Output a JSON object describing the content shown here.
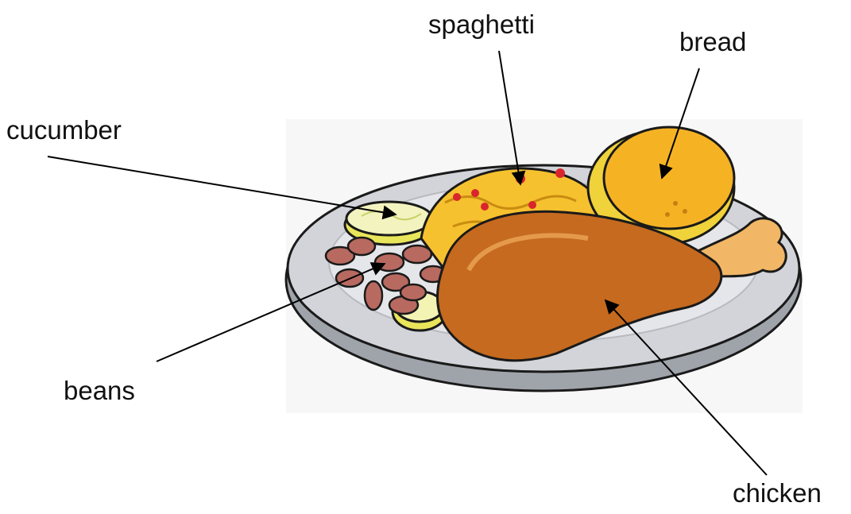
{
  "labels": {
    "spaghetti": "spaghetti",
    "bread": "bread",
    "cucumber": "cucumber",
    "beans": "beans",
    "chicken": "chicken"
  },
  "colors": {
    "plate": "#d2d4d9",
    "plate_edge": "#9fa3aa",
    "chicken": "#c56a1f",
    "bread": "#f5b324",
    "spaghetti": "#f6c12e",
    "sauce": "#d8262c",
    "cucumber": "#e9f08a",
    "beans": "#b86a60",
    "outline": "#1a1a1a"
  }
}
